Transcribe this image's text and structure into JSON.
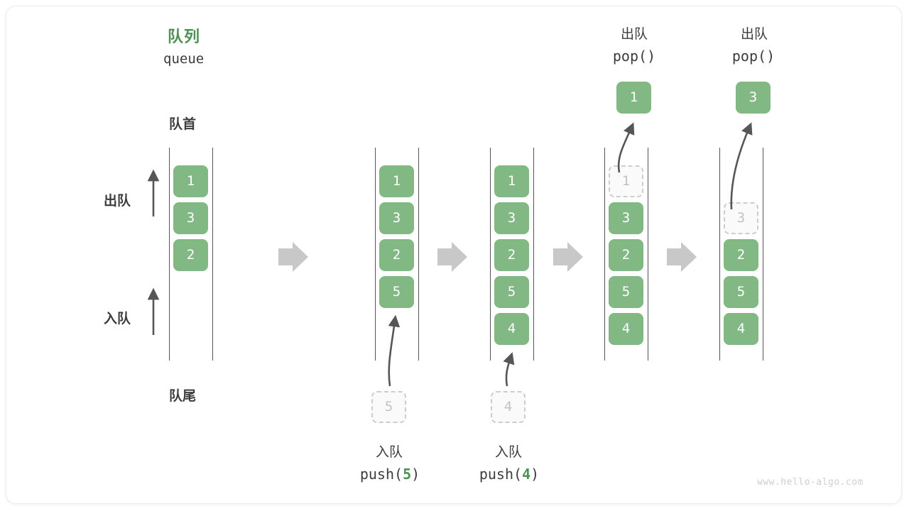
{
  "diagram": {
    "title_cn": "队列",
    "title_en": "queue",
    "front_label": "队首",
    "rear_label": "队尾",
    "dequeue_label": "出队",
    "enqueue_label": "入队",
    "watermark": "www.hello-algo.com",
    "accent_green": "#82b884",
    "title_green": "#4e9153",
    "arrow_gray": "#c8c8c8",
    "stroke_gray": "#555555"
  },
  "stages": [
    {
      "name": "initial",
      "cells": [
        "1",
        "3",
        "2"
      ],
      "states": [
        "filled",
        "filled",
        "filled"
      ]
    },
    {
      "name": "after-push-5",
      "cells": [
        "1",
        "3",
        "2",
        "5"
      ],
      "states": [
        "filled",
        "filled",
        "filled",
        "filled"
      ],
      "op_cn": "入队",
      "op_code_prefix": "push(",
      "op_code_arg": "5",
      "op_code_suffix": ")",
      "pending_value": "5"
    },
    {
      "name": "after-push-4",
      "cells": [
        "1",
        "3",
        "2",
        "5",
        "4"
      ],
      "states": [
        "filled",
        "filled",
        "filled",
        "filled",
        "filled"
      ],
      "op_cn": "入队",
      "op_code_prefix": "push(",
      "op_code_arg": "4",
      "op_code_suffix": ")",
      "pending_value": "4"
    },
    {
      "name": "after-pop-1",
      "cells": [
        "1",
        "3",
        "2",
        "5",
        "4"
      ],
      "states": [
        "ghost",
        "filled",
        "filled",
        "filled",
        "filled"
      ],
      "op_cn": "出队",
      "op_code_prefix": "pop(",
      "op_code_arg": "",
      "op_code_suffix": ")",
      "popped_value": "1"
    },
    {
      "name": "after-pop-3",
      "cells": [
        "3",
        "2",
        "5",
        "4"
      ],
      "states": [
        "ghost",
        "filled",
        "filled",
        "filled"
      ],
      "op_cn": "出队",
      "op_code_prefix": "pop(",
      "op_code_arg": "",
      "op_code_suffix": ")",
      "popped_value": "3"
    }
  ],
  "transition_arrows": 4
}
